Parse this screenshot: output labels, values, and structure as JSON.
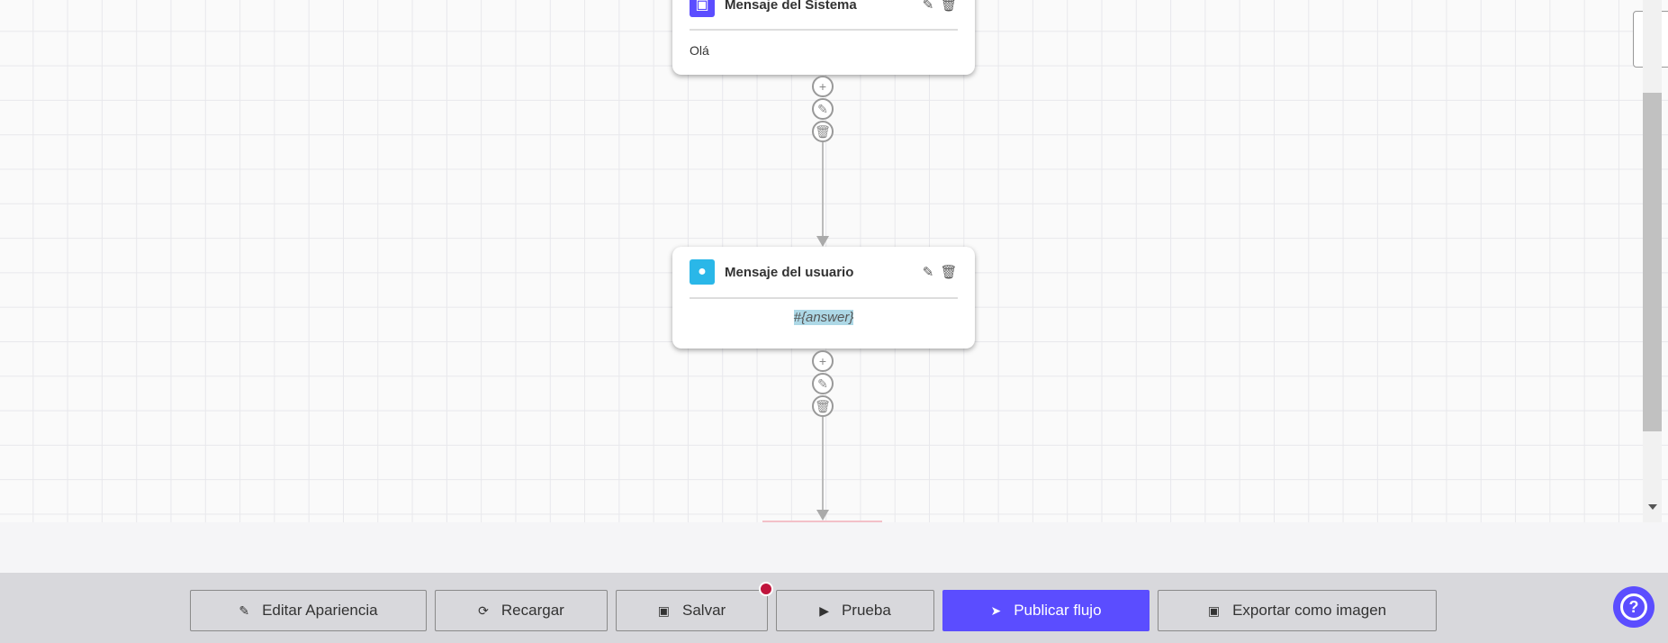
{
  "nodes": [
    {
      "title": "Mensaje del Sistema",
      "icon": "robot-icon",
      "icon_color": "#5b4dff",
      "content": "Olá"
    },
    {
      "title": "Mensaje del usuario",
      "icon": "user-icon",
      "icon_color": "#2ab7e8",
      "content": "#{answer}"
    }
  ],
  "toolbar": {
    "edit_appearance": "Editar Apariencia",
    "reload": "Recargar",
    "save": "Salvar",
    "test": "Prueba",
    "publish": "Publicar flujo",
    "export": "Exportar como imagen"
  },
  "colors": {
    "accent": "#5b4dff",
    "unsaved_dot": "#c0143c",
    "highlight": "#add8e6"
  }
}
